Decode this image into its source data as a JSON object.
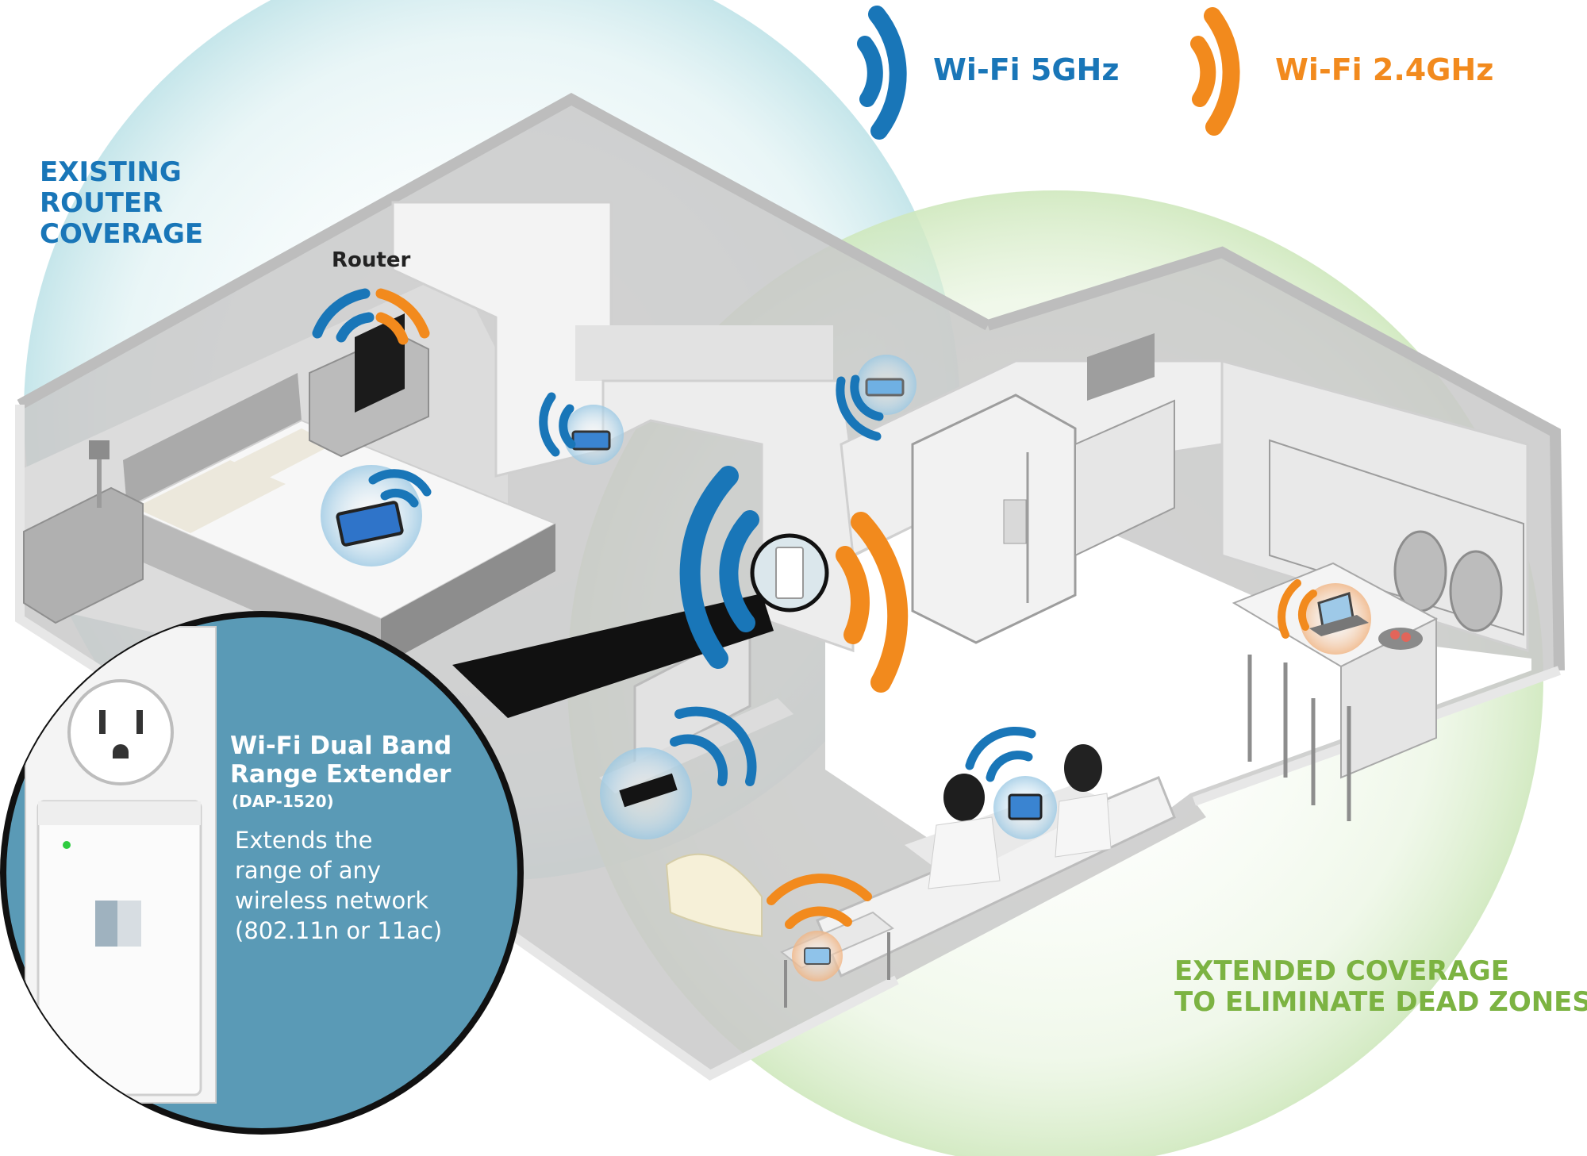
{
  "legend": {
    "band_5ghz": "Wi-Fi 5GHz",
    "band_24ghz": "Wi-Fi 2.4GHz"
  },
  "router_coverage": {
    "lines": [
      "EXISTING",
      "ROUTER",
      "COVERAGE"
    ]
  },
  "extended_coverage": {
    "lines": [
      "EXTENDED COVERAGE",
      "TO ELIMINATE DEAD ZONES"
    ]
  },
  "router_label": "Router",
  "product": {
    "name_lines": [
      "Wi-Fi Dual Band",
      "Range Extender"
    ],
    "model": "(DAP-1520)",
    "description_lines": [
      "Extends the",
      "range of any",
      "wireless network",
      "(802.11n or 11ac)"
    ]
  },
  "colors": {
    "band_5ghz": "#1976b8",
    "band_24ghz": "#f28a1d",
    "router_coverage": "#1976b8",
    "extended_coverage": "#7cb342",
    "callout_fill": "#5a9ab6"
  },
  "icons": [
    "wifi-5ghz-icon",
    "wifi-24ghz-icon",
    "router-icon",
    "range-extender-icon",
    "tablet-icon",
    "laptop-icon",
    "set-top-box-icon",
    "power-outlet-icon"
  ]
}
